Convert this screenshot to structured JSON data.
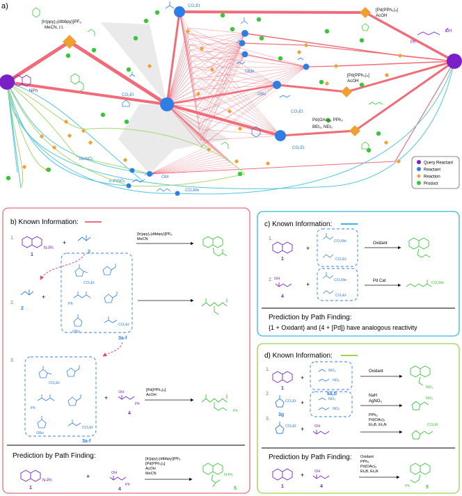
{
  "fig_label": "a)",
  "network": {
    "reagents": {
      "r1": [
        "[Ir(ppy)₂(dtbbpy)]PF₆",
        "MeCN, r.t."
      ],
      "r2": [
        "[Pd(PPh₃)₄]",
        "AcOH"
      ],
      "r3": [
        "[Pd(PPh₃)₄]",
        "AcOH"
      ],
      "r4": [
        "Pd(OAc)₂, PPh₃",
        "BEt₃, NEt₃"
      ]
    },
    "molecule_labels": {
      "thiq": "NPh",
      "co2et1": "CO₂Et",
      "co2et2": "CO₂Et",
      "co2et3": "CO₂Et",
      "co2et4": "CO₂Et",
      "meno2": "MeNO₂",
      "nprno2": "n-PrNO₂",
      "co2me": "CO₂Me",
      "oh": "OH",
      "ph": "Ph",
      "obu": "OBu",
      "ome": "OMe",
      "om": "OM"
    },
    "legend": [
      {
        "label": "Query Reactant",
        "color": "#7b1fc9"
      },
      {
        "label": "Reactant",
        "color": "#2f7ee6"
      },
      {
        "label": "Reaction",
        "color": "#f0a030"
      },
      {
        "label": "Product",
        "color": "#3cc43c"
      }
    ]
  },
  "panel_b": {
    "title": "b) Known Information:",
    "line_color": "#e8707a",
    "steps": [
      "1.",
      "2.",
      "3."
    ],
    "compound_labels": {
      "c1": "1",
      "c2a": "2",
      "c2b": "2",
      "c3a": "3a-f",
      "c3b": "3a-f",
      "c4": "4",
      "c1p": "1",
      "c4p": "4",
      "c5": "5"
    },
    "plus": "+",
    "reagents1": [
      "[Ir(ppy)₂(dtbbpy)]PF₆",
      "MeCN"
    ],
    "reagents3": [
      "[Pd(PPh₃)₄]",
      "AcOH"
    ],
    "prediction_title": "Prediction by Path Finding:",
    "reagents_pred": [
      "[Ir(ppy)₂(dtbbpy)]PF₆",
      "[Pd(PPh₃)₄]",
      "AcOH",
      "MeCN"
    ],
    "labels": {
      "co2et": "CO₂Et",
      "obu": "OBu",
      "ph": "Ph",
      "oh": "OH",
      "nph": "N-Ph"
    }
  },
  "panel_c": {
    "title": "c) Known Information:",
    "line_color": "#35b8d8",
    "steps": [
      "1.",
      "2."
    ],
    "reagent1": "Oxidant",
    "reagent2": "Pd Cat",
    "compound_labels": {
      "c1": "1",
      "c4": "4"
    },
    "prediction_title": "Prediction by Path Finding:",
    "prediction_text": "{1 + Oxidant} and {4 + [Pd]} have analogous reactivity",
    "labels": {
      "co2me": "CO₂Me",
      "co2et": "CO₂Et",
      "oh": "OH"
    }
  },
  "panel_d": {
    "title": "d) Known Information:",
    "line_color": "#9bd34a",
    "steps": [
      "1.",
      "2.",
      "3."
    ],
    "reagent1": [
      "Oxidant"
    ],
    "reagent2": [
      "NaH",
      "AgNO₃"
    ],
    "reagent3": [
      "PPh₃",
      "Pd(OAc)₂",
      "Et₃B, Et₃N"
    ],
    "compound_labels": {
      "c1": "1",
      "c6": "6a,b",
      "c3g": "3g",
      "c1p": "1",
      "c4p": "4",
      "c5": "5"
    },
    "prediction_title": "Prediction by Path Finding:",
    "reagents_pred": [
      "Oxidant",
      "PPh₃",
      "Pd(OAc)₂",
      "Et₃B, Et₃N"
    ],
    "labels": {
      "no2": "NO₂",
      "co2et": "CO₂Et",
      "oh": "OH",
      "ph": "Ph"
    }
  }
}
